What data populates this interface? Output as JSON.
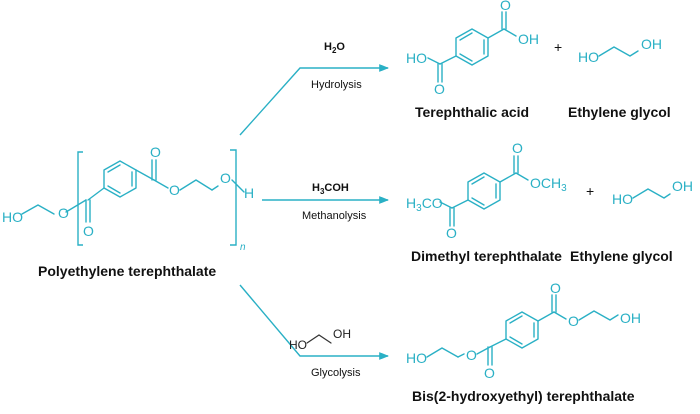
{
  "atoms": {
    "O": "O",
    "OH": "OH",
    "HO": "HO",
    "H": "H",
    "H3C": "H",
    "H3C_sub": "3",
    "H3C_tail": "CO",
    "OCH3": "OCH",
    "OCH3_sub": "3",
    "n": "n"
  },
  "polymer": {
    "name": "Polyethylene terephthalate"
  },
  "reactions": [
    {
      "reagent_main": "H",
      "reagent_sub": "2",
      "reagent_tail": "O",
      "label": "Hydrolysis",
      "product_1": "Terephthalic acid",
      "product_2": "Ethylene glycol",
      "plus": "+"
    },
    {
      "reagent_main": "H",
      "reagent_sub": "3",
      "reagent_tail": "COH",
      "label": "Methanolysis",
      "product_1": "Dimethyl terephthalate",
      "product_2": "Ethylene glycol",
      "plus": "+"
    },
    {
      "reagent_ho": "HO",
      "reagent_oh": "OH",
      "label": "Glycolysis",
      "product_1": "Bis(2-hydroxyethyl) terephthalate"
    }
  ],
  "colors": {
    "structure": "#2ab0c5",
    "text": "#111111"
  }
}
